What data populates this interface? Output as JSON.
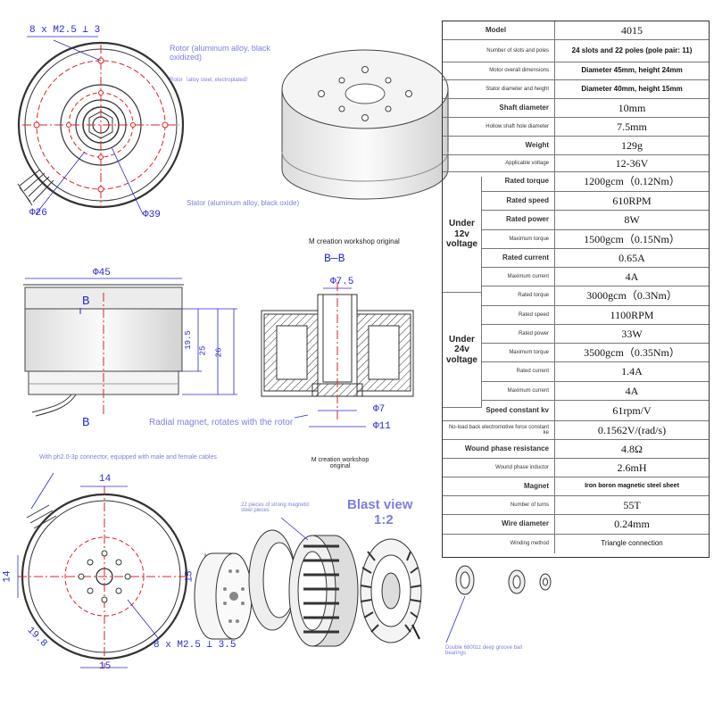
{
  "annotations": {
    "holes_top": "8 x M2.5 ⟂ 3",
    "rotor_label": "Rotor (aluminum alloy, black oxidized)",
    "rotor_steel": "Rotor（alloy steel, electroplated）",
    "stator_label": "Stator (aluminum alloy, black oxide)",
    "dia_26": "Φ26",
    "dia_39": "Φ39",
    "section_title": "M creation workshop original",
    "section_mark": "B—B",
    "dia_45": "Φ45",
    "b_top": "B",
    "b_bottom": "B",
    "h_19_5": "19.5",
    "h_25": "25",
    "h_26": "26",
    "dia_7_5": "Φ7.5",
    "dia_7": "Φ7",
    "dia_11": "Φ11",
    "radial_magnet": "Radial magnet, rotates with the rotor",
    "connector": "With ph2.0-3p connector, equipped with male and female cables",
    "workshop2": "M creation workshop original",
    "magnets_note": "22 pieces of strong magnetic steel pieces",
    "blast_title": "Blast view",
    "blast_scale": "1:2",
    "w_14": "14",
    "h_14": "14",
    "h_15": "15",
    "w_15": "15",
    "dia_19_8": "19.8",
    "holes_bottom": "8 x M2.5 ⟂ 3.5",
    "bearings": "Double 6800zz deep groove ball bearings"
  },
  "spec": {
    "rows": [
      {
        "label": "Model",
        "value": "4015"
      },
      {
        "label": "Number of slots and poles",
        "value": "24 slots and 22 poles (pole pair: 11)"
      },
      {
        "label": "Motor overall dimensions",
        "value": "Diameter 45mm, height 24mm"
      },
      {
        "label": "Stator diameter and height",
        "value": "Diameter 40mm, height 15mm"
      },
      {
        "label": "Shaft diameter",
        "value": "10mm"
      },
      {
        "label": "Hollow shaft hole diameter",
        "value": "7.5mm"
      },
      {
        "label": "Weight",
        "value": "129g"
      },
      {
        "label": "Applicable voltage",
        "value": "12-36V"
      },
      {
        "label": "Rated torque",
        "value": "1200gcm（0.12Nm）"
      },
      {
        "label": "Rated speed",
        "value": "610RPM"
      },
      {
        "label": "Rated power",
        "value": "8W"
      },
      {
        "label": "Maximum torque",
        "value": "1500gcm（0.15Nm）"
      },
      {
        "label": "Rated current",
        "value": "0.65A"
      },
      {
        "label": "Maximum current",
        "value": "4A"
      },
      {
        "label": "Rated torque",
        "value": "3000gcm（0.3Nm）"
      },
      {
        "label": "Rated speed",
        "value": "1100RPM"
      },
      {
        "label": "Rated power",
        "value": "33W"
      },
      {
        "label": "Maximum torque",
        "value": "3500gcm（0.35Nm）"
      },
      {
        "label": "Rated current",
        "value": "1.4A"
      },
      {
        "label": "Maximum current",
        "value": "4A"
      },
      {
        "label": "Speed constant kv",
        "value": "61rpm/V"
      },
      {
        "label": "No-load back electromotive force constant ke",
        "value": "0.1562V/(rad/s)"
      },
      {
        "label": "Wound phase resistance",
        "value": "4.8Ω"
      },
      {
        "label": "Wound phase inductor",
        "value": "2.6mH"
      },
      {
        "label": "Magnet",
        "value": "Iron boron magnetic steel sheet"
      },
      {
        "label": "Number of turns",
        "value": "55T"
      },
      {
        "label": "Wire diameter",
        "value": "0.24mm"
      },
      {
        "label": "Winding method",
        "value": "Triangle connection"
      }
    ],
    "group_12v": "Under 12v voltage",
    "group_24v": "Under 24v voltage"
  }
}
